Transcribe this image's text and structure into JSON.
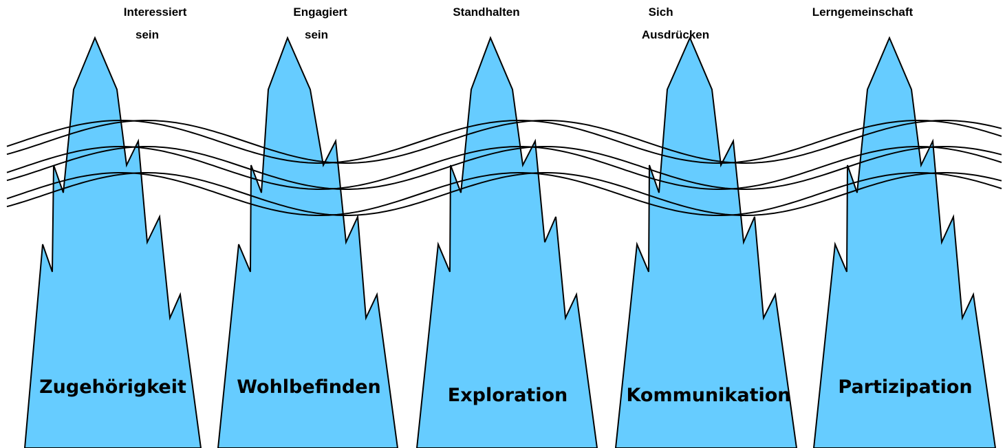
{
  "colors": {
    "peak_fill": "#66ccff",
    "outline": "#000000",
    "background": "#ffffff"
  },
  "peaks": [
    {
      "top_label_lines": [
        "Interessiert",
        "sein"
      ],
      "base_label": "Zugehörigkeit"
    },
    {
      "top_label_lines": [
        "Engagiert",
        "sein"
      ],
      "base_label": "Wohlbefinden"
    },
    {
      "top_label_lines": [
        "Standhalten"
      ],
      "base_label": "Exploration"
    },
    {
      "top_label_lines": [
        "Sich",
        "Ausdrücken"
      ],
      "base_label": "Kommunikation"
    },
    {
      "top_label_lines": [
        "Lerngemeinschaft"
      ],
      "base_label": "Partizipation"
    }
  ]
}
